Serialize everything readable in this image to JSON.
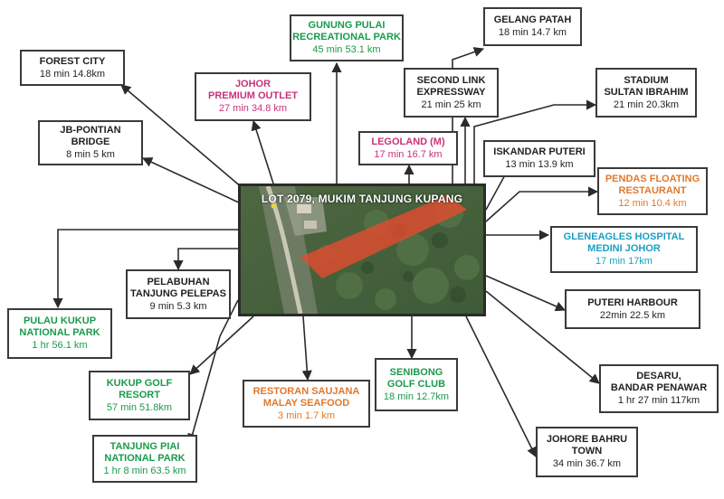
{
  "center": {
    "label": "LOT 2079, MUKIM TANJUNG KUPANG"
  },
  "colors": {
    "dark": "#231f20",
    "green": "#1a9a4c",
    "pink": "#c8327a",
    "orange": "#e0782e",
    "cyan": "#1b9fc2",
    "plot": "#e84a2e"
  },
  "destinations": [
    {
      "id": "forest-city",
      "color": "dark",
      "title": [
        "FOREST CITY"
      ],
      "detail": "18 min 14.8km"
    },
    {
      "id": "jb-pontian",
      "color": "dark",
      "title": [
        "JB-PONTIAN",
        "BRIDGE"
      ],
      "detail": "8 min 5 km"
    },
    {
      "id": "johor-premium",
      "color": "pink",
      "title": [
        "JOHOR",
        "PREMIUM OUTLET"
      ],
      "detail": "27 min 34.8 km"
    },
    {
      "id": "gunung-pulai",
      "color": "green",
      "title": [
        "GUNUNG PULAI",
        "RECREATIONAL PARK"
      ],
      "detail": "45 min 53.1 km"
    },
    {
      "id": "gelang-patah",
      "color": "dark",
      "title": [
        "GELANG PATAH"
      ],
      "detail": "18 min 14.7 km"
    },
    {
      "id": "second-link",
      "color": "dark",
      "title": [
        "SECOND LINK",
        "EXPRESSWAY"
      ],
      "detail": "21 min 25 km"
    },
    {
      "id": "stadium",
      "color": "dark",
      "title": [
        "STADIUM",
        "SULTAN IBRAHIM"
      ],
      "detail": "21 min 20.3km"
    },
    {
      "id": "legoland",
      "color": "pink",
      "title": [
        "LEGOLAND (M)"
      ],
      "detail": "17 min 16.7 km"
    },
    {
      "id": "iskandar",
      "color": "dark",
      "title": [
        "ISKANDAR PUTERI"
      ],
      "detail": "13 min 13.9 km"
    },
    {
      "id": "pendas",
      "color": "orange",
      "title": [
        "PENDAS FLOATING",
        "RESTAURANT"
      ],
      "detail": "12 min 10.4 km"
    },
    {
      "id": "gleneagles",
      "color": "cyan",
      "title": [
        "GLENEAGLES HOSPITAL",
        "MEDINI JOHOR"
      ],
      "detail": "17 min 17km"
    },
    {
      "id": "pelabuhan",
      "color": "dark",
      "title": [
        "PELABUHAN",
        "TANJUNG PELEPAS"
      ],
      "detail": "9 min 5.3 km"
    },
    {
      "id": "pulau-kukup",
      "color": "green",
      "title": [
        "PULAU KUKUP",
        "NATIONAL PARK"
      ],
      "detail": "1 hr 56.1 km"
    },
    {
      "id": "puteri-harbour",
      "color": "dark",
      "title": [
        "PUTERI HARBOUR"
      ],
      "detail": "22min 22.5 km"
    },
    {
      "id": "kukup-golf",
      "color": "green",
      "title": [
        "KUKUP GOLF",
        "RESORT"
      ],
      "detail": "57 min 51.8km"
    },
    {
      "id": "restoran",
      "color": "orange",
      "title": [
        "RESTORAN SAUJANA",
        "MALAY SEAFOOD"
      ],
      "detail": "3 min 1.7 km"
    },
    {
      "id": "senibong",
      "color": "green",
      "title": [
        "SENIBONG",
        "GOLF CLUB"
      ],
      "detail": "18 min 12.7km"
    },
    {
      "id": "desaru",
      "color": "dark",
      "title": [
        "DESARU,",
        "BANDAR PENAWAR"
      ],
      "detail": "1 hr 27 min 117km"
    },
    {
      "id": "tanjung-piai",
      "color": "green",
      "title": [
        "TANJUNG PIAI",
        "NATIONAL PARK"
      ],
      "detail": "1 hr 8 min 63.5 km"
    },
    {
      "id": "johore-bahru",
      "color": "dark",
      "title": [
        "JOHORE BAHRU",
        "TOWN"
      ],
      "detail": "34 min 36.7 km"
    }
  ]
}
